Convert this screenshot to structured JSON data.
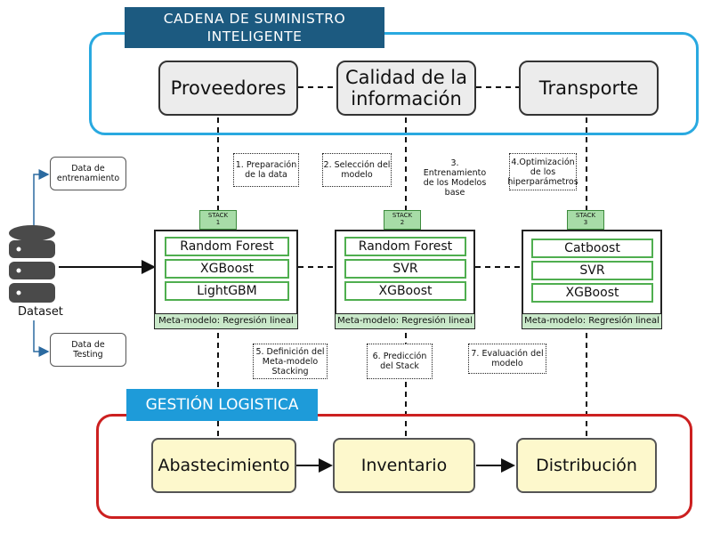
{
  "supply_chain": {
    "banner_line1": "CADENA DE SUMINISTRO",
    "banner_line2": "INTELIGENTE",
    "box_proveedores": "Proveedores",
    "box_calidad_line1": "Calidad de la",
    "box_calidad_line2": "información",
    "box_transporte": "Transporte"
  },
  "steps": {
    "step1_line1": "1. Preparación",
    "step1_line2": "de la data",
    "step2_line1": "2. Selección del",
    "step2_line2": "modelo",
    "step3_line1": "3.",
    "step3_line2": "Entrenamiento",
    "step3_line3": "de los Modelos",
    "step3_line4": "base",
    "step4_line1": "4.Optimización",
    "step4_line2": "de los",
    "step4_line3": "hiperparámetros",
    "step5_line1": "5. Definición del",
    "step5_line2": "Meta-modelo",
    "step5_line3": "Stacking",
    "step6_line1": "6. Predicción",
    "step6_line2": "del Stack",
    "step7_line1": "7. Evaluación del",
    "step7_line2": "modelo"
  },
  "dataset": {
    "label": "Dataset",
    "train_line1": "Data de",
    "train_line2": "entrenamiento",
    "test_line1": "Data de",
    "test_line2": "Testing"
  },
  "stacks": [
    {
      "tab_line1": "STACK",
      "tab_line2": "1",
      "models": [
        "Random Forest",
        "XGBoost",
        "LightGBM"
      ],
      "meta": "Meta-modelo: Regresión lineal"
    },
    {
      "tab_line1": "STACK",
      "tab_line2": "2",
      "models": [
        "Random Forest",
        "SVR",
        "XGBoost"
      ],
      "meta": "Meta-modelo: Regresión lineal"
    },
    {
      "tab_line1": "STACK",
      "tab_line2": "3",
      "models": [
        "Catboost",
        "SVR",
        "XGBoost"
      ],
      "meta": "Meta-modelo: Regresión lineal"
    }
  ],
  "logistics": {
    "banner": "GESTIÓN LOGISTICA",
    "box_abastecimiento": "Abastecimiento",
    "box_inventario": "Inventario",
    "box_distribucion": "Distribución"
  },
  "colors": {
    "top_frame": "#29a9e0",
    "top_banner": "#1c5a80",
    "bottom_frame": "#cc2020",
    "bottom_banner": "#1e9bd9",
    "stack_tab": "#a7dca7",
    "model_border": "#4fae4f",
    "meta_fill": "#c9e8c9",
    "logistics_box": "#fdf8cc",
    "dataset_icon": "#4a4a4a",
    "arrow_blue": "#2b6aa0"
  }
}
